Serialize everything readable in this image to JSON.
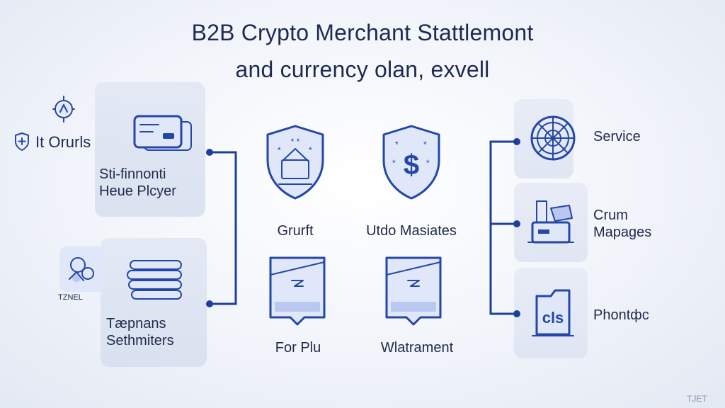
{
  "title": {
    "line1": "B2B Crypto Merchant Stattlemont",
    "line2": "and currency olan, exvell"
  },
  "left": {
    "brand_label": "It Orurls",
    "card1": {
      "line1": "Sti-finnonti",
      "line2": "Heue Plcyer"
    },
    "badge_label": "TZNEL",
    "card2": {
      "line1": "Tæpnans",
      "line2": "Sethmiters"
    }
  },
  "center": {
    "items": [
      {
        "label": "Grurft",
        "icon": "shield-envelope-icon"
      },
      {
        "label": "Utdo Masiates",
        "icon": "shield-dollar-icon"
      },
      {
        "label": "For Plu",
        "icon": "message-card-icon"
      },
      {
        "label": "Wlatrament",
        "icon": "message-card-icon"
      }
    ]
  },
  "right": {
    "items": [
      {
        "label": "Service",
        "icon": "globe-wheel-icon"
      },
      {
        "line1": "Crum",
        "line2": "Mapages",
        "icon": "machine-icon"
      },
      {
        "label": "Phontфc",
        "icon": "document-icon"
      }
    ]
  },
  "watermark": "TJET",
  "colors": {
    "accent": "#2447a8",
    "line": "#1d3f9c",
    "text": "#1f2a4a"
  }
}
